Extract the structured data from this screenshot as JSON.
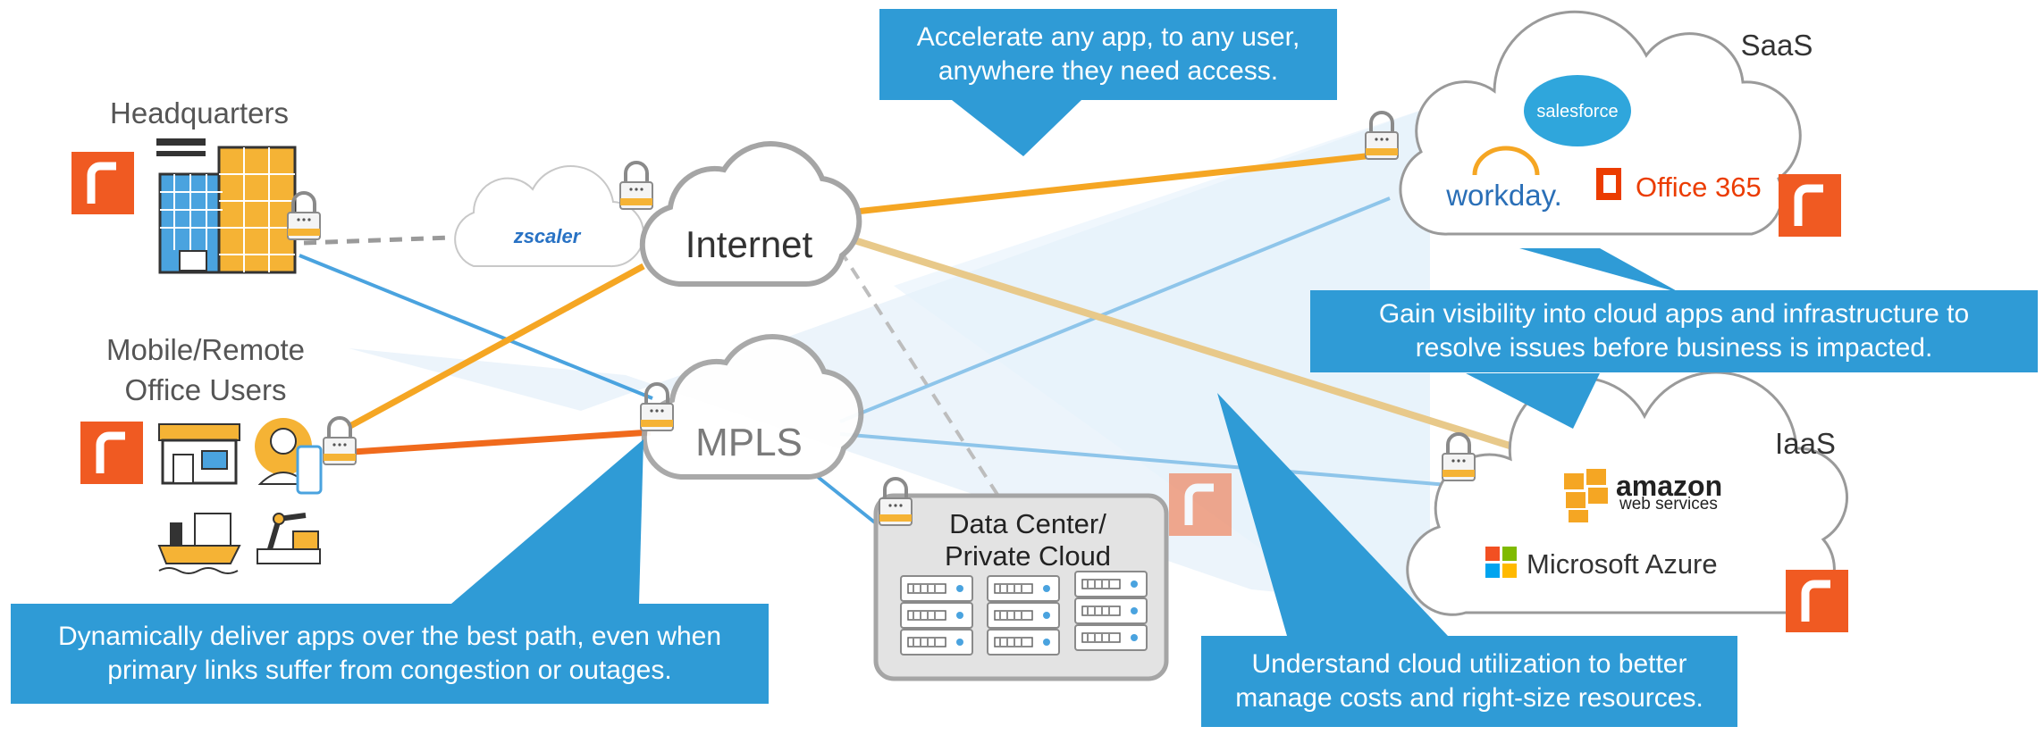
{
  "sites": {
    "headquarters": "Headquarters",
    "mobile_line1": "Mobile/Remote",
    "mobile_line2": "Office Users",
    "datacenter_line1": "Data Center/",
    "datacenter_line2": "Private Cloud",
    "saas": "SaaS",
    "iaas": "IaaS"
  },
  "clouds": {
    "zscaler": "zscaler",
    "internet": "Internet",
    "mpls": "MPLS"
  },
  "apps": {
    "salesforce": "salesforce",
    "workday": "workday.",
    "office365": "Office 365",
    "amazon": "amazon",
    "amazon_sub": "web services",
    "azure": "Microsoft Azure"
  },
  "callouts": {
    "accelerate": {
      "line1": "Accelerate any app, to any user,",
      "line2": "anywhere they need access."
    },
    "visibility": {
      "line1": "Gain visibility into cloud apps and infrastructure to",
      "line2": "resolve issues before business is impacted."
    },
    "dynamic": {
      "line1": "Dynamically deliver apps over the best path, even when",
      "line2": "primary links suffer from congestion or outages."
    },
    "utilization": {
      "line1": "Understand cloud utilization to better",
      "line2": "manage costs and right-size resources."
    }
  },
  "colors": {
    "callout_blue": "#2f9bd6",
    "brand_orange": "#f05a22",
    "line_orange": "#f5a623",
    "line_tan": "#e8c98a",
    "line_blue": "#5aaee0",
    "line_red": "#f06a1c",
    "dashed_gray": "#9a9a9a"
  },
  "icons": [
    "building-icon",
    "lock-icon",
    "riverbed-logo-icon",
    "store-icon",
    "worker-icon",
    "phone-icon",
    "ship-icon",
    "robot-arm-icon",
    "server-icon"
  ]
}
